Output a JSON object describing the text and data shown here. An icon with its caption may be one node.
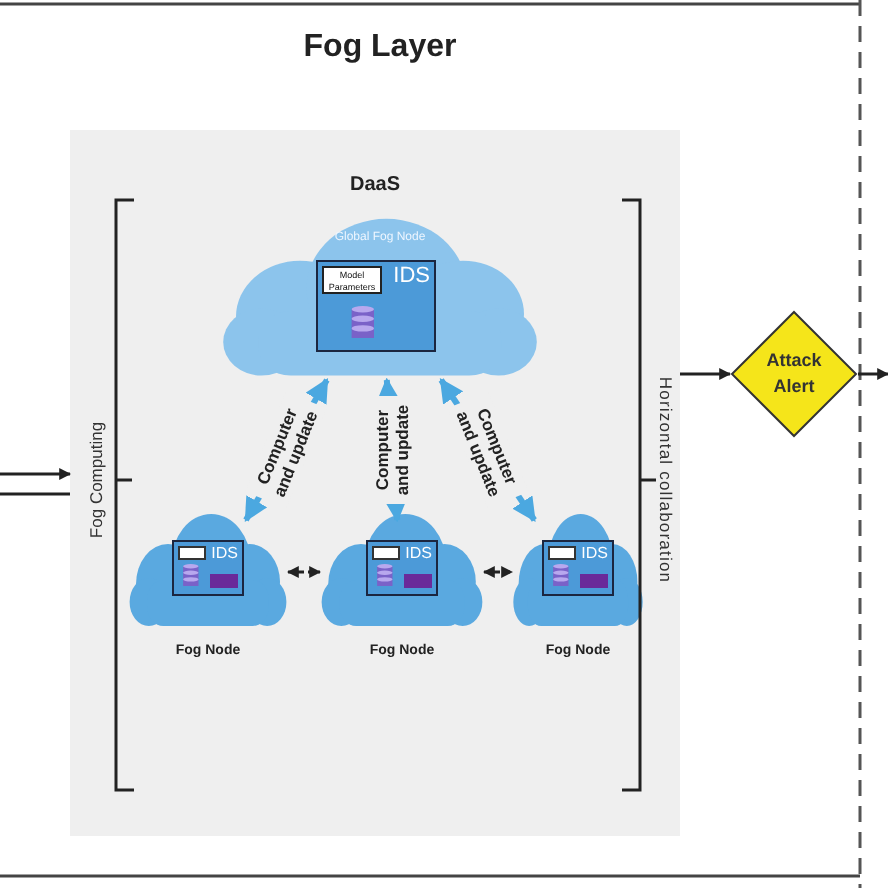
{
  "diagram": {
    "title": "Fog Layer",
    "nodes": [
      {
        "text": [
          "DaaS"
        ]
      },
      {
        "text": [
          "Global Fog Node"
        ],
        "in": 0
      },
      {
        "text": [
          "IDS"
        ],
        "in": 1
      },
      {
        "text": [
          "Model Parameters"
        ],
        "in": 2
      },
      {
        "text": [],
        "shape": "cloud",
        "in": 0,
        "beside": [
          "Fog Node"
        ]
      },
      {
        "text": [
          "IDS"
        ],
        "in": 4
      },
      {
        "text": [],
        "shape": "cloud",
        "in": 0,
        "beside": [
          "Fog Node"
        ]
      },
      {
        "text": [
          "IDS"
        ],
        "in": 6
      },
      {
        "text": [],
        "shape": "cloud",
        "in": 0,
        "beside": [
          "Fog Node"
        ]
      },
      {
        "text": [
          "IDS"
        ],
        "in": 8
      },
      {
        "text": [
          "Attack Alert"
        ]
      }
    ],
    "edges": [
      {
        "from": 1,
        "to": 4,
        "arrow": "both",
        "label": "Computer and update",
        "style": "thick",
        "color": "#4ba8e0"
      },
      {
        "from": 1,
        "to": 6,
        "arrow": "both",
        "label": "Computer and update",
        "style": "thick",
        "color": "#4ba8e0"
      },
      {
        "from": 1,
        "to": 8,
        "arrow": "both",
        "label": "Computer and update",
        "style": "thick",
        "color": "#4ba8e0"
      },
      {
        "from": 4,
        "to": 6,
        "arrow": "both",
        "style": "dashed"
      },
      {
        "from": 6,
        "to": 8,
        "arrow": "both",
        "style": "dashed"
      },
      {
        "from": 0,
        "to": 10,
        "arrow": "to"
      },
      {
        "from": 10,
        "to": null,
        "arrow": "to"
      },
      {
        "from": null,
        "to": 0,
        "arrow": "to"
      },
      {
        "from": 0,
        "to": null,
        "arrow": "none"
      }
    ],
    "labels": [
      "Fog Computing",
      "Horizontal collaboration"
    ]
  }
}
